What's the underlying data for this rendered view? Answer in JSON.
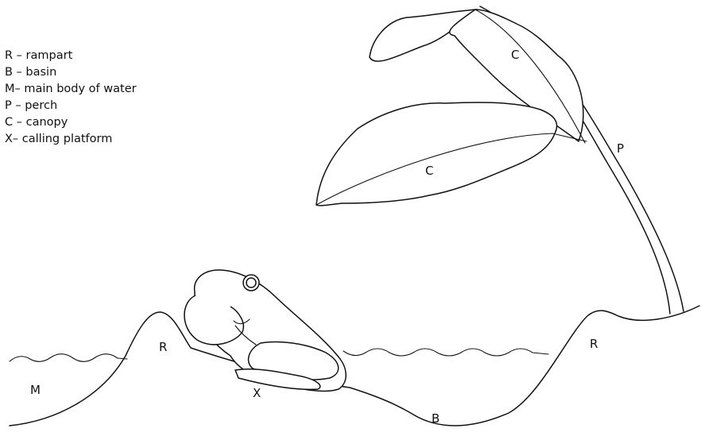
{
  "legend": [
    {
      "key": "R",
      "text": "R – rampart"
    },
    {
      "key": "B",
      "text": "B – basin"
    },
    {
      "key": "M",
      "text": "M– main body of water"
    },
    {
      "key": "P",
      "text": "P – perch"
    },
    {
      "key": "C",
      "text": "C – canopy"
    },
    {
      "key": "X",
      "text": "X– calling platform"
    }
  ],
  "labels": {
    "rampart_left": "R",
    "rampart_right": "R",
    "basin": "B",
    "main_water": "M",
    "perch": "P",
    "canopy_upper": "C",
    "canopy_lower": "C",
    "calling_platform": "X"
  }
}
